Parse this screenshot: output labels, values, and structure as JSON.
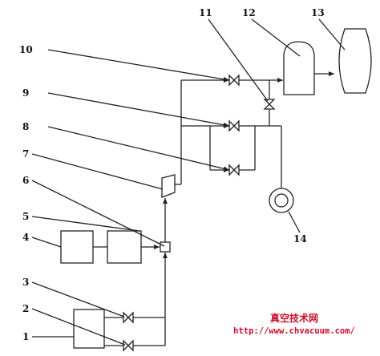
{
  "labels": {
    "n1": "1",
    "n2": "2",
    "n3": "3",
    "n4": "4",
    "n5": "5",
    "n6": "6",
    "n7": "7",
    "n8": "8",
    "n9": "9",
    "n10": "10",
    "n11": "11",
    "n12": "12",
    "n13": "13",
    "n14": "14"
  },
  "watermark": {
    "title": "真空技术网",
    "url": "http://www.chvacuum.com/"
  },
  "colors": {
    "line": "#222222",
    "watermark": "#c8102e"
  }
}
